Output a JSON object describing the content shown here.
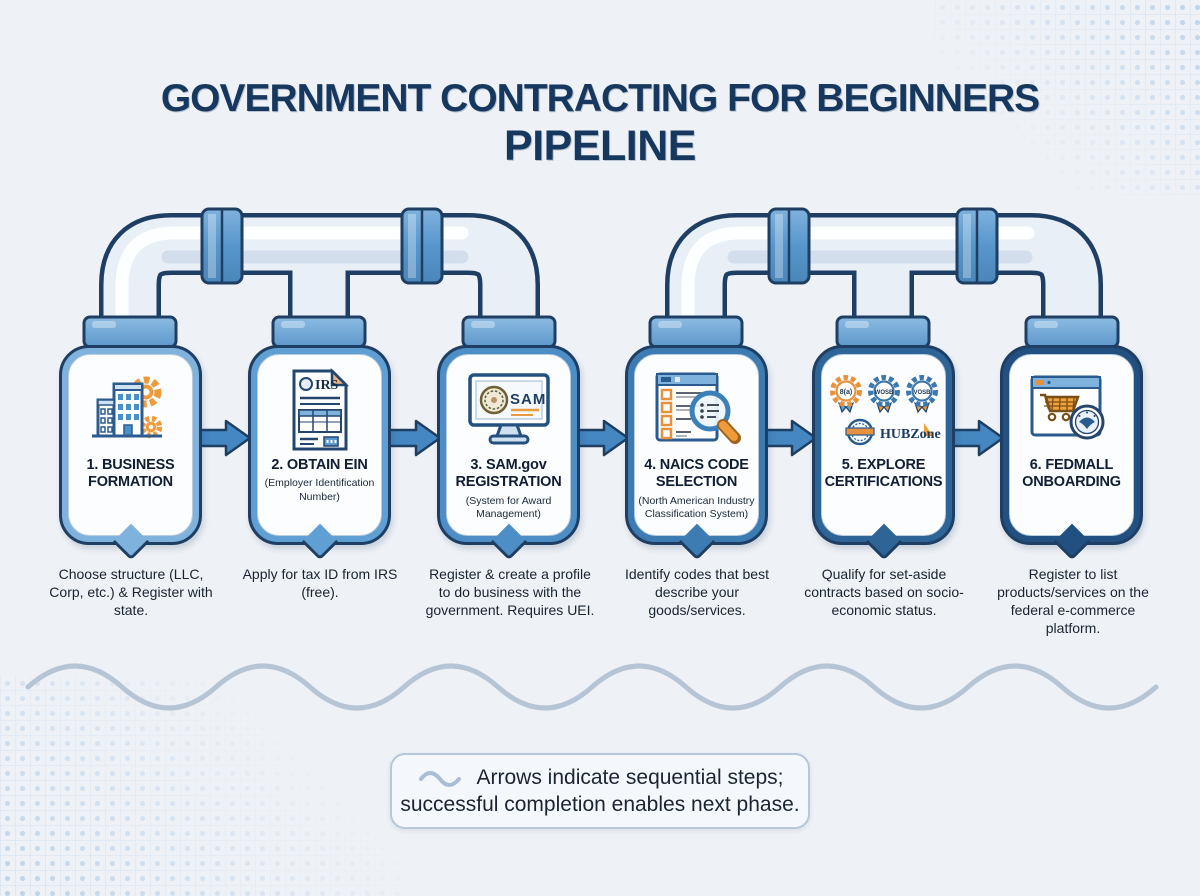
{
  "title": {
    "line1": "GOVERNMENT CONTRACTING FOR BEGINNERS",
    "line2": "PIPELINE"
  },
  "steps": [
    {
      "title": "1. BUSINESS FORMATION",
      "subtitle": "",
      "description": "Choose structure (LLC, Corp, etc.) & Register with state.",
      "icon": "building-gears-icon",
      "border_color": "#7fb2dd"
    },
    {
      "title": "2. OBTAIN EIN",
      "subtitle": "(Employer Identification Number)",
      "description": "Apply for tax ID from IRS (free).",
      "icon": "irs-form-icon",
      "icon_label": "IRS",
      "border_color": "#609fd3"
    },
    {
      "title": "3. SAM.gov REGISTRATION",
      "subtitle": "(System for Award Management)",
      "description": "Register & create a profile to do business with the government. Requires UEI.",
      "icon": "sam-monitor-icon",
      "icon_label": "SAM",
      "border_color": "#4d8ec7"
    },
    {
      "title": "4. NAICS CODE SELECTION",
      "subtitle": "(North American Industry Classification System)",
      "description": "Identify codes that best describe your goods/services.",
      "icon": "code-search-icon",
      "border_color": "#3d7cb3"
    },
    {
      "title": "5. EXPLORE CERTIFICATIONS",
      "subtitle": "",
      "description": "Qualify for set-aside contracts based on socio-economic status.",
      "icon": "certification-badges-icon",
      "badges": [
        "8(a)",
        "WOSB",
        "VOSB"
      ],
      "hubzone_label": "HUBZone",
      "border_color": "#2f6496"
    },
    {
      "title": "6. FEDMALL ONBOARDING",
      "subtitle": "",
      "description": "Register to list products/services on the federal e-commerce platform.",
      "icon": "shopping-cart-seal-icon",
      "border_color": "#225080"
    }
  ],
  "legend": {
    "line1": "Arrows indicate sequential steps;",
    "line2": "successful completion enables next phase.",
    "icon": "wave-icon"
  },
  "colors": {
    "navy": "#1e3f63",
    "title_navy": "#17385e",
    "accent_orange": "#ef9b3c",
    "pipe_light": "#e9eff7",
    "arrow_blue": "#4587c1",
    "bg": "#eef1f6",
    "wave_gray": "#b6c5d5"
  }
}
